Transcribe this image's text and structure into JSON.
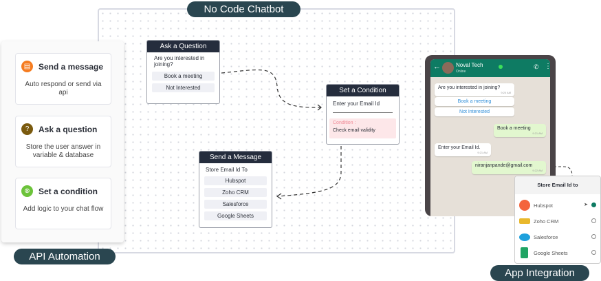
{
  "canvas": {
    "title": "No Code Chatbot"
  },
  "left": {
    "label": "API Automation",
    "cards": [
      {
        "title": "Send a message",
        "desc": "Auto respond or send via api",
        "icon": "message-icon",
        "color": "#f57c20"
      },
      {
        "title": "Ask a question",
        "desc": "Store the user answer in variable & database",
        "icon": "question-icon",
        "color": "#7a5a0e"
      },
      {
        "title": "Set a condition",
        "desc": "Add logic to your chat flow",
        "icon": "condition-icon",
        "color": "#6cc33a"
      }
    ]
  },
  "nodes": {
    "ask": {
      "title": "Ask a Question",
      "question": "Are you interested in joining?",
      "options": [
        "Book a meeting",
        "Not Interested"
      ]
    },
    "cond": {
      "title": "Set a Condition",
      "prompt": "Enter your Email Id",
      "cond_label": "Condition :",
      "cond_text": "Check email validity"
    },
    "send": {
      "title": "Send a Message",
      "prompt": "Store Email Id To",
      "options": [
        "Hubspot",
        "Zoho CRM",
        "Salesforce",
        "Google Sheets"
      ]
    }
  },
  "phone": {
    "name": "Noval Tech",
    "status": "Online",
    "msgs": {
      "q": "Are you interested in joining?",
      "q_ts": "9:20 AM",
      "b1": "Book a meeting",
      "b2": "Not Interested",
      "r1": "Book a meeting",
      "r1_ts": "9:21 AM",
      "q2": "Enter your Email Id.",
      "q2_ts": "9:21 AM",
      "r2": "niranjanpande@gmail.com",
      "r2_ts": "9:22 AM"
    }
  },
  "store": {
    "title": "Store Email Id to",
    "items": [
      {
        "name": "Hubspot",
        "selected": true,
        "color": "#f4643c"
      },
      {
        "name": "Zoho CRM",
        "selected": false,
        "color": "#e9b82c"
      },
      {
        "name": "Salesforce",
        "selected": false,
        "color": "#1ea0dc"
      },
      {
        "name": "Google Sheets",
        "selected": false,
        "color": "#20a464"
      }
    ]
  },
  "right": {
    "label": "App Integration"
  }
}
